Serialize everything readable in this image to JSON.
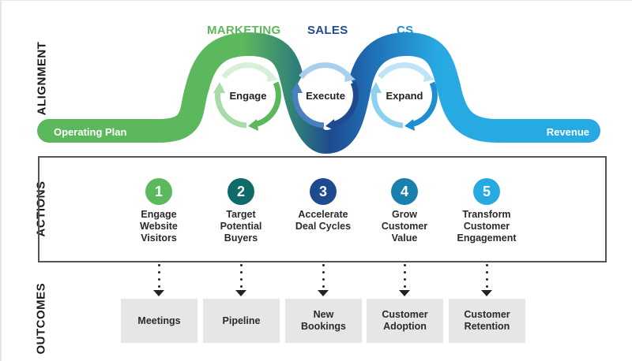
{
  "sections": {
    "alignment": "ALIGNMENT",
    "actions": "ACTIONS",
    "outcomes": "OUTCOMES"
  },
  "stages": [
    {
      "title": "MARKETING",
      "loop_label": "Engage",
      "color": "#5cb85c"
    },
    {
      "title": "SALES",
      "loop_label": "Execute",
      "color": "#1e4b8f"
    },
    {
      "title": "CS",
      "loop_label": "Expand",
      "color": "#1d8fd1"
    }
  ],
  "flow": {
    "start_label": "Operating Plan",
    "end_label": "Revenue"
  },
  "actions": [
    {
      "number": "1",
      "lines": [
        "Engage",
        "Website",
        "Visitors"
      ],
      "color": "#5cb85c"
    },
    {
      "number": "2",
      "lines": [
        "Target",
        "Potential",
        "Buyers"
      ],
      "color": "#0f6b68"
    },
    {
      "number": "3",
      "lines": [
        "Accelerate",
        "Deal Cycles"
      ],
      "color": "#1e4b8f"
    },
    {
      "number": "4",
      "lines": [
        "Grow",
        "Customer",
        "Value"
      ],
      "color": "#1a80ad"
    },
    {
      "number": "5",
      "lines": [
        "Transform",
        "Customer",
        "Engagement"
      ],
      "color": "#27a9e1"
    }
  ],
  "outcomes": [
    {
      "lines": [
        "Meetings"
      ]
    },
    {
      "lines": [
        "Pipeline"
      ]
    },
    {
      "lines": [
        "New",
        "Bookings"
      ]
    },
    {
      "lines": [
        "Customer",
        "Adoption"
      ]
    },
    {
      "lines": [
        "Customer",
        "Retention"
      ]
    }
  ]
}
